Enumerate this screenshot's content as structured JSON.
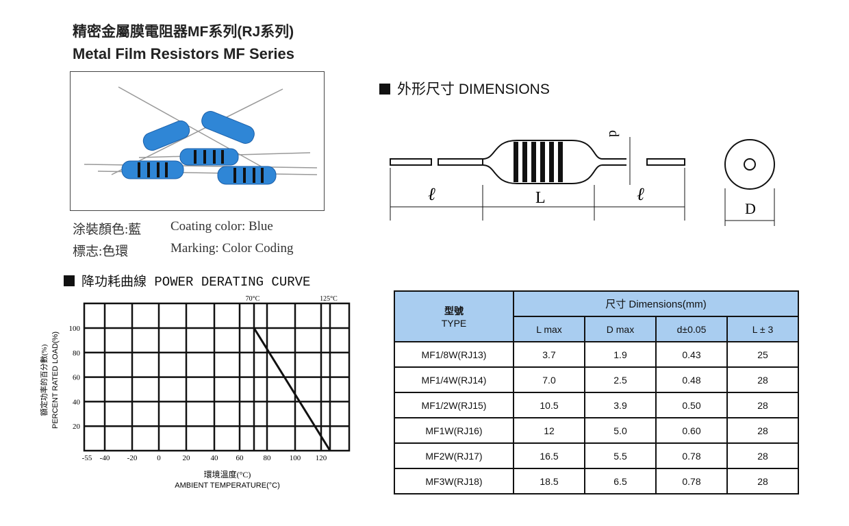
{
  "title_cn": "精密金屬膜電阻器MF系列(RJ系列)",
  "title_en": "Metal Film Resistors  MF Series",
  "coating": {
    "label_cn": "涂裝顏色:藍",
    "label_en": "Coating color: Blue"
  },
  "marking": {
    "label_cn": "標志:色環",
    "label_en": "Marking: Color Coding"
  },
  "dimensions_section": {
    "title": "外形尺寸 DIMENSIONS",
    "labels": {
      "d": "d",
      "l_left": "ℓ",
      "L": "L",
      "l_right": "ℓ",
      "D": "D"
    }
  },
  "derating_section": {
    "title": "降功耗曲線 POWER DERATING CURVE"
  },
  "chart_data": {
    "type": "line",
    "title": "POWER DERATING CURVE",
    "xlabel_cn": "環境溫度(°C)",
    "xlabel": "AMBIENT TEMPERATURE(°C)",
    "ylabel_cn": "額定功率的百分數(%)",
    "ylabel": "PERCENT RATED LOAD(%)",
    "x_ticks": [
      "-55",
      "-40",
      "-20",
      "0",
      "20",
      "40",
      "60",
      "80",
      "100",
      "120"
    ],
    "y_ticks": [
      "100",
      "80",
      "60",
      "40",
      "20"
    ],
    "top_annotations": [
      "70°C",
      "125°C"
    ],
    "xlim": [
      -55,
      135
    ],
    "ylim": [
      0,
      120
    ],
    "grid": true,
    "series": [
      {
        "name": "derating",
        "x": [
          70,
          125
        ],
        "y": [
          100,
          0
        ]
      }
    ]
  },
  "table": {
    "type_header_cn": "型號",
    "type_header_en": "TYPE",
    "dims_header": "尺寸 Dimensions(mm)",
    "columns": [
      "L max",
      "D max",
      "d±0.05",
      "L ± 3"
    ],
    "rows": [
      {
        "type": "MF1/8W(RJ13)",
        "values": [
          "3.7",
          "1.9",
          "0.43",
          "25"
        ]
      },
      {
        "type": "MF1/4W(RJ14)",
        "values": [
          "7.0",
          "2.5",
          "0.48",
          "28"
        ]
      },
      {
        "type": "MF1/2W(RJ15)",
        "values": [
          "10.5",
          "3.9",
          "0.50",
          "28"
        ]
      },
      {
        "type": "MF1W(RJ16)",
        "values": [
          "12",
          "5.0",
          "0.60",
          "28"
        ]
      },
      {
        "type": "MF2W(RJ17)",
        "values": [
          "16.5",
          "5.5",
          "0.78",
          "28"
        ]
      },
      {
        "type": "MF3W(RJ18)",
        "values": [
          "18.5",
          "6.5",
          "0.78",
          "28"
        ]
      }
    ]
  }
}
